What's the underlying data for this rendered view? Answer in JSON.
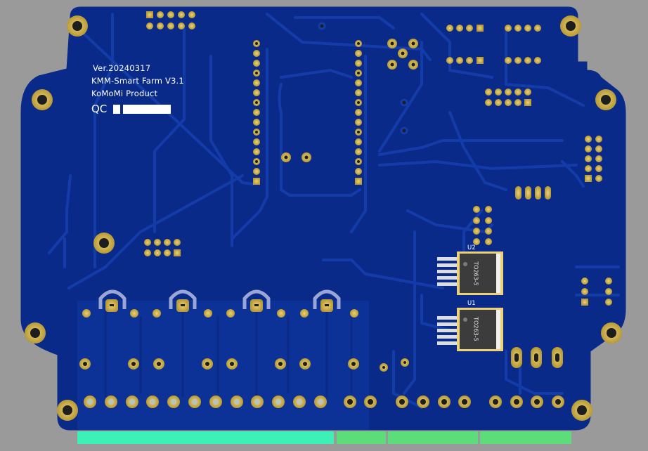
{
  "board": {
    "version_text": "Ver.20240317",
    "product_text": "KMM-Smart Farm V3.1",
    "maker_text": "KoMoMi Product",
    "qc_text": "QC",
    "colors": {
      "background": "#9a9a9a",
      "pcb": "#0a2a8a",
      "trace": "#123aa8",
      "pad": "#c9b24a",
      "drill": "#1e1e1e",
      "connector_teal": "#3df0b5",
      "connector_green": "#5ddc7a"
    }
  },
  "components": {
    "u1": {
      "ref": "U1",
      "marking": "TO263-5"
    },
    "u2": {
      "ref": "U2",
      "marking": "TO263-5"
    }
  }
}
